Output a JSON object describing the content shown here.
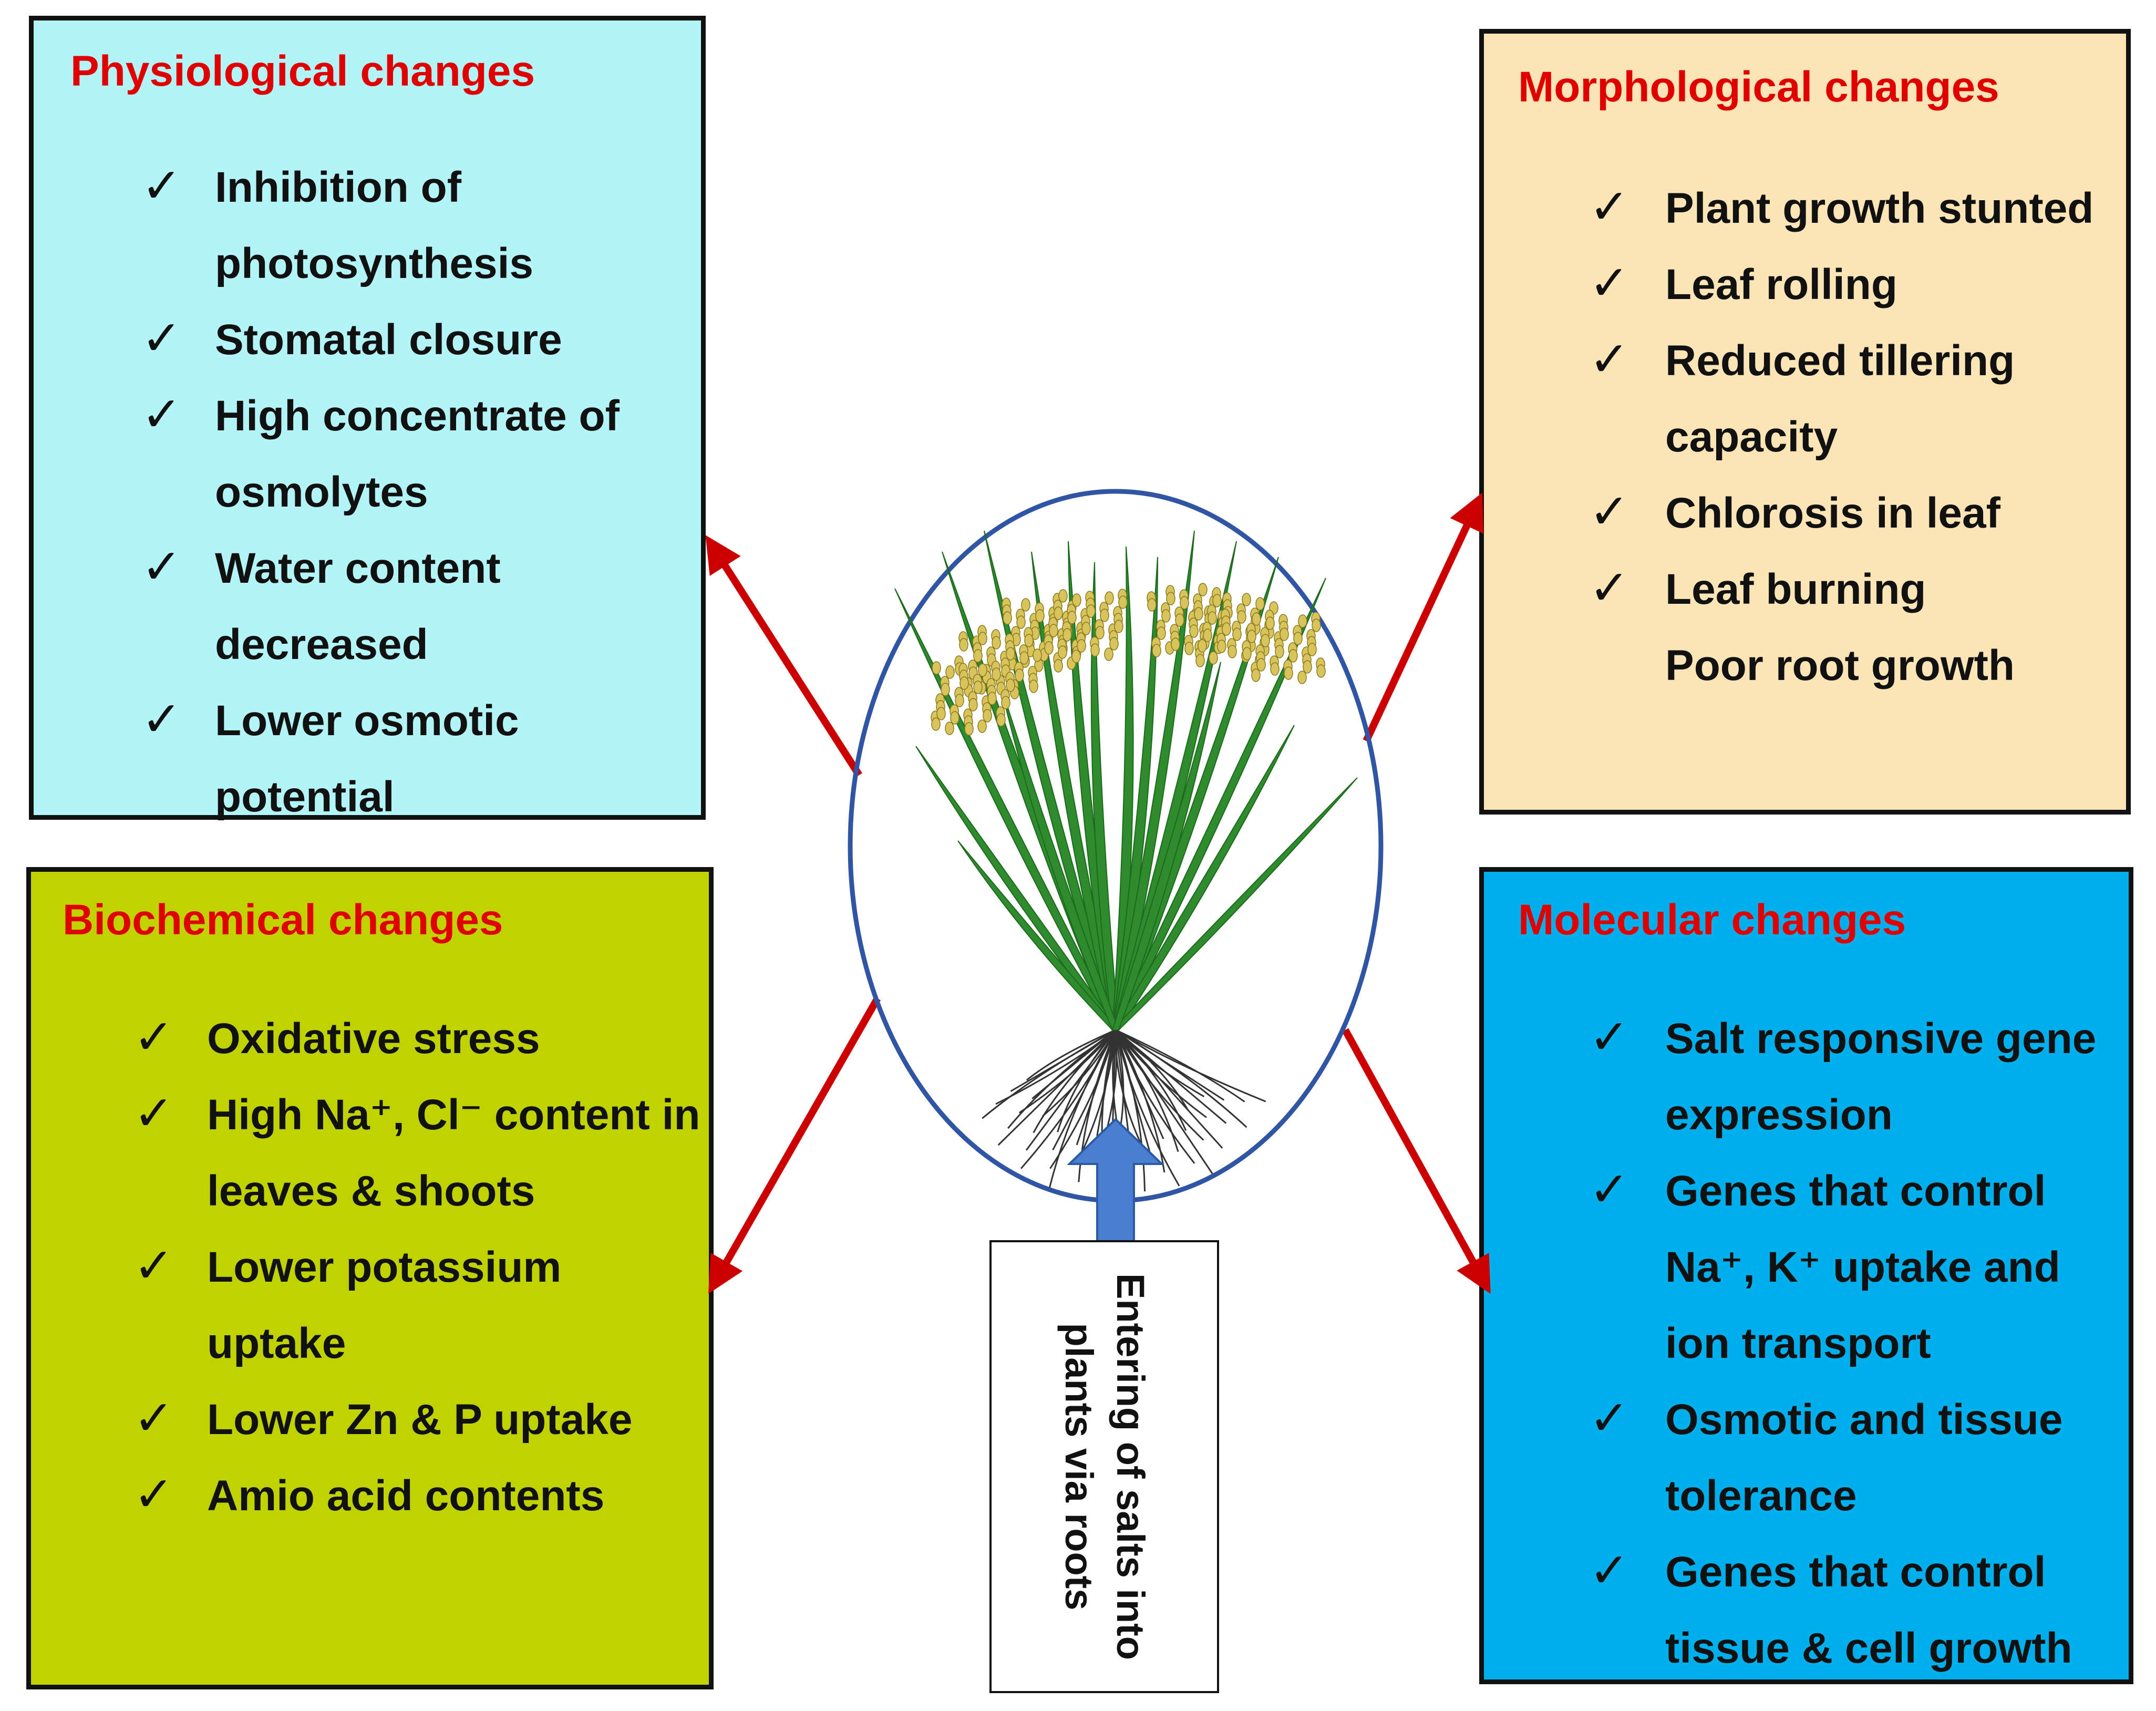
{
  "panels": {
    "physiological": {
      "title": "Physiological changes",
      "bg": "#b3f4f8",
      "items": [
        [
          "Inhibition of",
          "photosynthesis"
        ],
        [
          "Stomatal closure"
        ],
        [
          "High concentrate of",
          "osmolytes"
        ],
        [
          "Water content",
          "decreased"
        ],
        [
          "Lower osmotic",
          "potential"
        ]
      ]
    },
    "morphological": {
      "title": "Morphological changes",
      "bg": "#fbe5b6",
      "items": [
        [
          "Plant growth stunted"
        ],
        [
          "Leaf rolling"
        ],
        [
          "Reduced tillering",
          "capacity"
        ],
        [
          "Chlorosis in leaf"
        ],
        [
          "Leaf burning",
          "Poor root growth"
        ]
      ]
    },
    "biochemical": {
      "title": "Biochemical changes",
      "bg": "#c0d300",
      "items": [
        [
          "Oxidative stress"
        ],
        [
          "High Na⁺, Cl⁻ content in",
          "leaves & shoots"
        ],
        [
          "Lower potassium",
          "uptake"
        ],
        [
          "Lower Zn & P uptake"
        ],
        [
          "Amio acid contents"
        ]
      ]
    },
    "molecular": {
      "title": "Molecular changes",
      "bg": "#00b0ec",
      "items": [
        [
          "Salt responsive gene",
          "expression"
        ],
        [
          "Genes that control",
          "Na⁺, K⁺ uptake and",
          "ion transport"
        ],
        [
          "Osmotic and tissue",
          "tolerance"
        ],
        [
          "Genes that control",
          "tissue & cell growth"
        ]
      ]
    }
  },
  "check_mark": "✓",
  "entry_label": "Entering of salts into plants via roots",
  "colors": {
    "title_red": "#e00000",
    "arrow_red": "#cc0000",
    "ellipse_blue": "#2f55a4",
    "up_arrow_blue": "#4a7fd0",
    "leaf_green": "#2e8b2e",
    "panicle_yellow": "#d8c45a"
  }
}
